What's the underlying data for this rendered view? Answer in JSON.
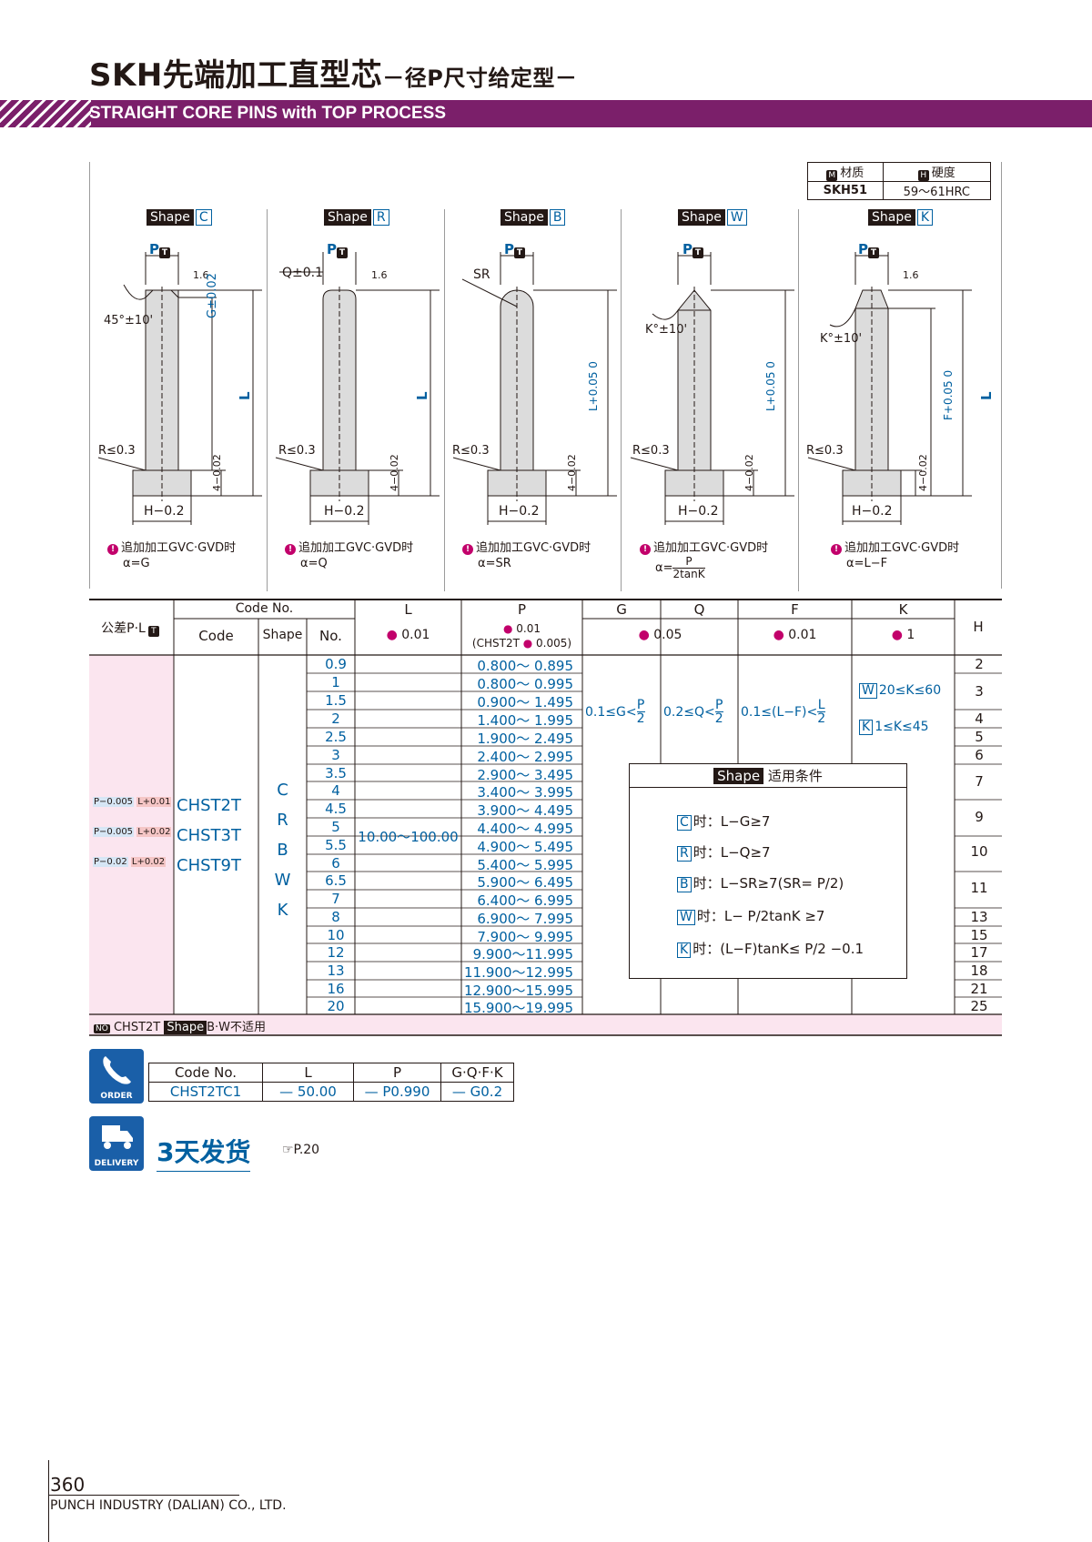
{
  "header": {
    "title_main": "SKH先端加工直型芯",
    "title_sub": "－径P尺寸给定型－",
    "subtitle_en": "STRAIGHT CORE PINS with TOP PROCESS"
  },
  "material_table": {
    "mat_icon": "M",
    "mat_label": "材质",
    "hard_icon": "H",
    "hard_label": "硬度",
    "mat_value": "SKH51",
    "hard_value": "59～61HRC"
  },
  "shapes": [
    {
      "tag": "Shape",
      "code": "C",
      "note": "追加加工GVC·GVD时",
      "alpha": "α=G"
    },
    {
      "tag": "Shape",
      "code": "R",
      "note": "追加加工GVC·GVD时",
      "alpha": "α=Q"
    },
    {
      "tag": "Shape",
      "code": "B",
      "note": "追加加工GVC·GVD时",
      "alpha": "α=SR"
    },
    {
      "tag": "Shape",
      "code": "W",
      "note": "追加加工GVC·GVD时",
      "alpha": "α=",
      "alpha_num": "P",
      "alpha_den": "2tanK"
    },
    {
      "tag": "Shape",
      "code": "K",
      "note": "追加加工GVC·GVD时",
      "alpha": "α=L−F"
    }
  ],
  "drawing_labels": {
    "p": "P",
    "t": "T",
    "rough": "1.6",
    "angle45": "45°±10'",
    "g_tol": "G±0.02",
    "q_tol": "Q±0.1",
    "sr": "SR",
    "k_tol": "K°±10'",
    "l": "L",
    "l_tol": "L+0.05 0",
    "f_tol": "F+0.05 0",
    "r": "R≤0.3",
    "head": "4−0.02",
    "h": "H−0.2"
  },
  "table": {
    "tol_header": "公差P·L",
    "code_no_header": "Code No.",
    "col_code": "Code",
    "col_shape": "Shape",
    "col_no": "No.",
    "col_L": "L",
    "col_P": "P",
    "col_G": "G",
    "col_Q": "Q",
    "col_F": "F",
    "col_K": "K",
    "col_H": "H",
    "unit_L": "0.01",
    "unit_P": "0.01",
    "unit_P2": "(CHST2T",
    "unit_P3": "0.005)",
    "unit_GQ": "0.05",
    "unit_F": "0.01",
    "unit_K": "1",
    "codes": [
      {
        "tol_p": "P−0.005",
        "tol_l": "L+0.01",
        "code": "CHST2T"
      },
      {
        "tol_p": "P−0.005",
        "tol_l": "L+0.02",
        "code": "CHST3T"
      },
      {
        "tol_p": "P−0.02",
        "tol_l": "L+0.02",
        "code": "CHST9T"
      }
    ],
    "shape_codes": [
      "C",
      "R",
      "B",
      "W",
      "K"
    ],
    "L_range": "10.00～100.00",
    "G_range": "0.1≤G<P/2",
    "Q_range": "0.2≤Q<P/2",
    "F_range": "0.1≤(L−F)<L/2",
    "K_w": "20≤K≤60",
    "K_k": "1≤K≤45",
    "rows": [
      {
        "no": "0.9",
        "p": "0.800～ 0.895"
      },
      {
        "no": "1",
        "p": "0.800～ 0.995"
      },
      {
        "no": "1.5",
        "p": "0.900～ 1.495"
      },
      {
        "no": "2",
        "p": "1.400～ 1.995"
      },
      {
        "no": "2.5",
        "p": "1.900～ 2.495"
      },
      {
        "no": "3",
        "p": "2.400～ 2.995"
      },
      {
        "no": "3.5",
        "p": "2.900～ 3.495"
      },
      {
        "no": "4",
        "p": "3.400～ 3.995"
      },
      {
        "no": "4.5",
        "p": "3.900～ 4.495"
      },
      {
        "no": "5",
        "p": "4.400～ 4.995"
      },
      {
        "no": "5.5",
        "p": "4.900～ 5.495"
      },
      {
        "no": "6",
        "p": "5.400～ 5.995"
      },
      {
        "no": "6.5",
        "p": "5.900～ 6.495"
      },
      {
        "no": "7",
        "p": "6.400～ 6.995"
      },
      {
        "no": "8",
        "p": "6.900～ 7.995"
      },
      {
        "no": "10",
        "p": "7.900～ 9.995"
      },
      {
        "no": "12",
        "p": "9.900～11.995"
      },
      {
        "no": "13",
        "p": "11.900～12.995"
      },
      {
        "no": "16",
        "p": "12.900～15.995"
      },
      {
        "no": "20",
        "p": "15.900～19.995"
      }
    ],
    "h_values": [
      "2",
      "3",
      "4",
      "5",
      "6",
      "7",
      "9",
      "10",
      "11",
      "13",
      "15",
      "17",
      "18",
      "21",
      "25"
    ],
    "footnote_code": "CHST2T",
    "footnote_shape": "Shape",
    "footnote_rest": "B·W不适用",
    "no_icon": "NO"
  },
  "conditions": {
    "head_tag": "Shape",
    "head_text": "适用条件",
    "lines": [
      {
        "code": "C",
        "text": "时：L−G≥7"
      },
      {
        "code": "R",
        "text": "时：L−Q≥7"
      },
      {
        "code": "B",
        "text": "时：L−SR≥7(SR= P/2)"
      },
      {
        "code": "W",
        "text": "时：L− P/2tanK ≥7"
      },
      {
        "code": "K",
        "text": "时：(L−F)tanK≤ P/2 −0.1"
      }
    ]
  },
  "order": {
    "icon_label": "ORDER",
    "headers": [
      "Code No.",
      "L",
      "P",
      "G·Q·F·K"
    ],
    "values": [
      "CHST2TC1",
      "—",
      "50.00",
      "—",
      "P0.990",
      "—",
      "G0.2"
    ]
  },
  "delivery": {
    "icon_label": "DELIVERY",
    "text": "3天发货",
    "ref": "☞P.20"
  },
  "footer": {
    "page": "360",
    "company": "PUNCH INDUSTRY (DALIAN) CO., LTD."
  }
}
